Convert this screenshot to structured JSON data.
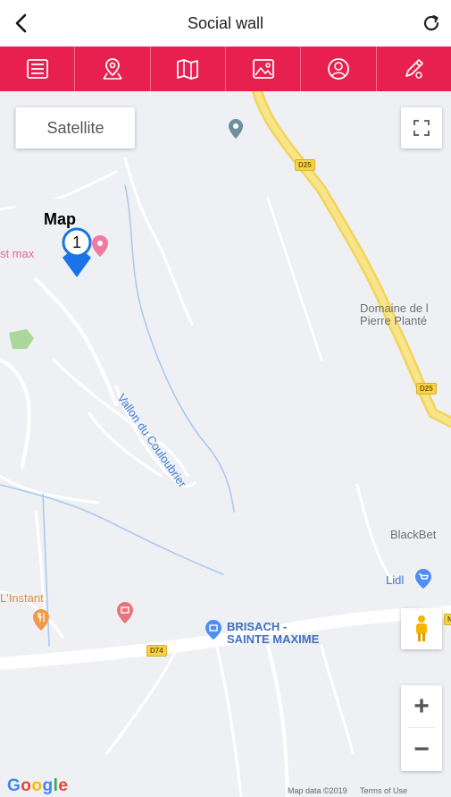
{
  "header": {
    "title": "Social wall",
    "back_icon": "chevron-left-icon",
    "refresh_icon": "refresh-icon"
  },
  "toolbar": {
    "color": "#e8204f",
    "items": [
      {
        "icon": "list-icon"
      },
      {
        "icon": "location-pin-icon"
      },
      {
        "icon": "map-icon"
      },
      {
        "icon": "photo-icon"
      },
      {
        "icon": "profile-icon"
      },
      {
        "icon": "pen-icon"
      }
    ]
  },
  "map": {
    "type_control": {
      "map": "Map",
      "satellite": "Satellite",
      "selected": "Map"
    },
    "labels": {
      "domaine_line1": "Domaine de l",
      "domaine_line2": "Pierre Planté",
      "blackbet": "BlackBet",
      "lidl": "Lidl",
      "linstant": "L'Instant",
      "st_max": "st max",
      "vallon": "Vallon du Couloubrier",
      "brisach_line1": "BRISACH -",
      "brisach_line2": "SAINTE MAXIME",
      "road_d25_top": "D25",
      "road_d25_mid": "D25",
      "road_d74": "D74",
      "road_edge": "N"
    },
    "marker": {
      "number": "1",
      "color": "#1a73e8"
    },
    "zoom": {
      "plus": "+",
      "minus": "−"
    },
    "google_logo": "Google",
    "attribution": {
      "data": "Map data ©2019",
      "terms": "Terms of Use"
    }
  }
}
